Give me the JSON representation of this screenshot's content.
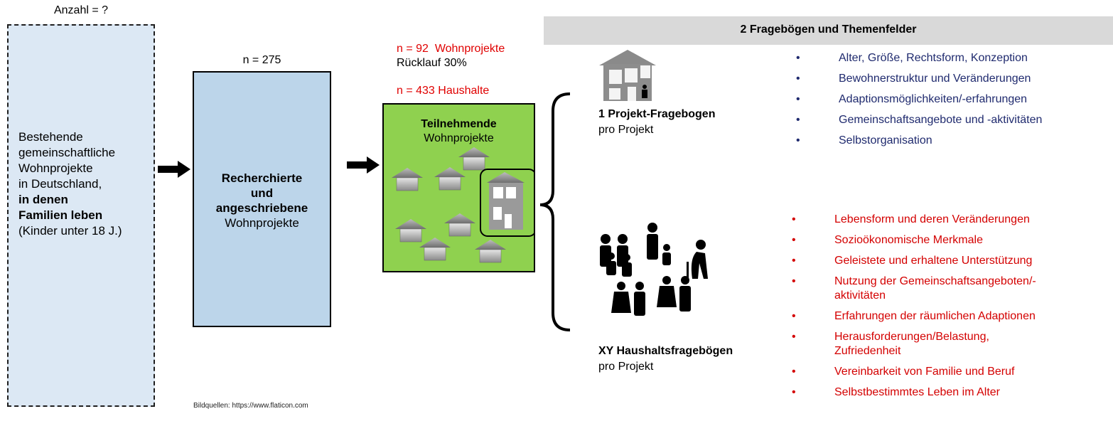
{
  "left_box": {
    "count_label": "Anzahl = ?",
    "lines": [
      "Bestehende",
      "gemeinschaftliche",
      "Wohnprojekte",
      "in Deutschland,"
    ],
    "bold_lines": [
      "in denen",
      "Familien leben"
    ],
    "note": "(Kinder unter 18 J.)"
  },
  "middle_box": {
    "count_label": "n = 275",
    "bold_lines": [
      "Recherchierte",
      "und",
      "angeschriebene"
    ],
    "normal_line": "Wohnprojekte"
  },
  "green_box": {
    "n_projects": "n = 92  Wohnprojekte",
    "response_rate": "Rücklauf 30%",
    "n_households": "n = 433 Haushalte",
    "bold_title": "Teilnehmende",
    "subtitle": "Wohnprojekte"
  },
  "header": {
    "title": "2 Fragebögen und Themenfelder"
  },
  "project_questionnaire": {
    "title": "1 Projekt-Fragebogen",
    "subtitle": "pro Projekt",
    "topics": [
      "Alter, Größe, Rechtsform, Konzeption",
      "Bewohnerstruktur und Veränderungen",
      "Adaptionsmöglichkeiten/-erfahrungen",
      "Gemeinschaftsangebote und -aktivitäten",
      "Selbstorganisation"
    ]
  },
  "household_questionnaire": {
    "title": "XY Haushaltsfragebögen",
    "subtitle": "pro Projekt",
    "topics": [
      "Lebensform und deren Veränderungen",
      "Sozioökonomische Merkmale",
      "Geleistete und erhaltene Unterstützung",
      "Nutzung der Gemeinschaftsangeboten/-\naktivitäten",
      "Erfahrungen der räumlichen Adaptionen",
      "Herausforderungen/Belastung,\nZufriedenheit",
      "Vereinbarkeit von Familie und Beruf",
      "Selbstbestimmtes Leben im Alter"
    ]
  },
  "bullet_char": "•",
  "credit": "Bildquellen: https://www.flaticon.com",
  "colors": {
    "blue_text": "#1f2a6e",
    "red_text": "#d40000",
    "green_box": "#8fd14f",
    "mid_box": "#bcd5ea",
    "left_box": "#dce8f4"
  }
}
